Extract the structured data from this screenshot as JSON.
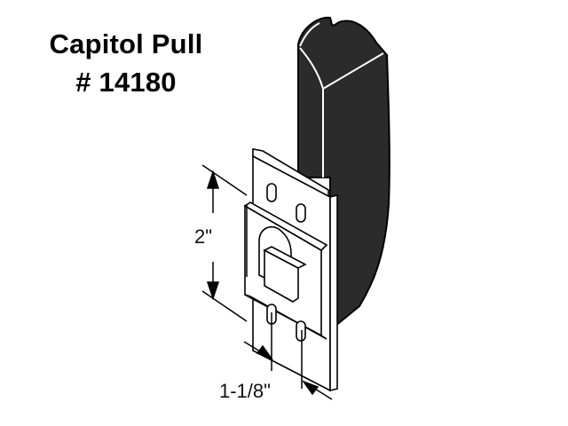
{
  "product": {
    "name": "Capitol Pull",
    "part_number": "# 14180"
  },
  "dimensions": {
    "height": "2\"",
    "hole_spacing": "1-1/8\""
  },
  "colors": {
    "background": "#ffffff",
    "ink": "#000000",
    "handle_fill": "#2b2b2b"
  },
  "icons": {
    "handle": "pull-handle-illustration",
    "plate": "mounting-plate-illustration",
    "arrows": "dimension-arrow"
  }
}
